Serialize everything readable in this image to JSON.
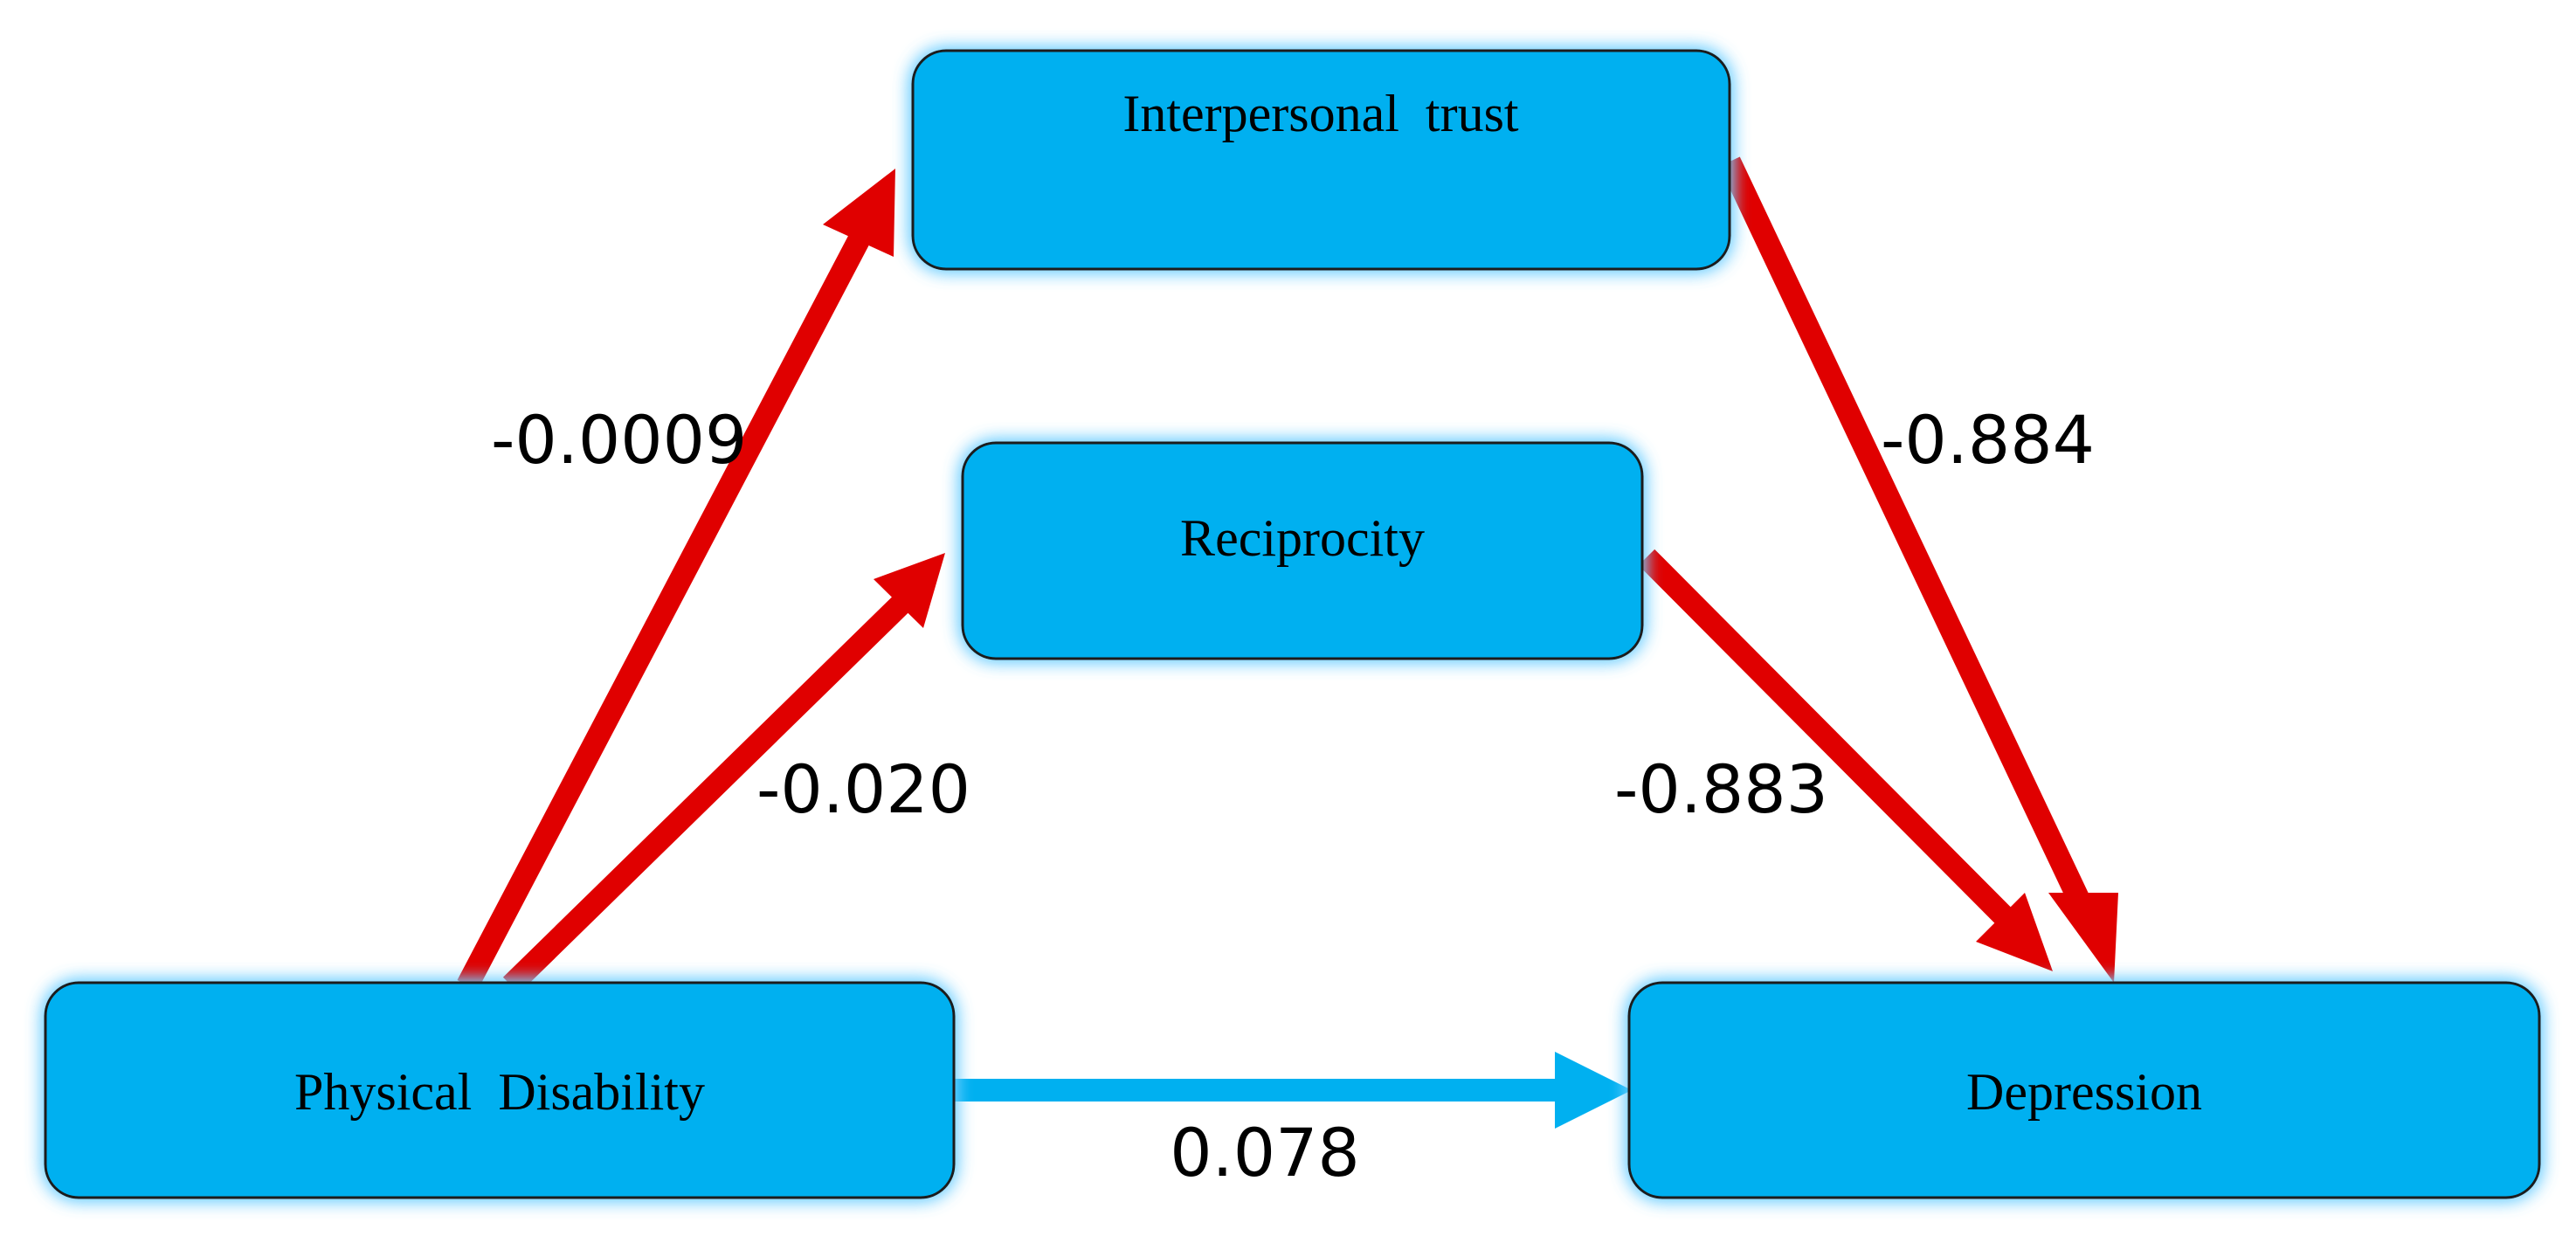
{
  "diagram": {
    "nodes": {
      "interpersonal_trust": "Interpersonal  trust",
      "reciprocity": "Reciprocity",
      "physical_disability": "Physical  Disability",
      "depression": "Depression"
    },
    "paths": {
      "disability_to_trust": "-0.0009",
      "disability_to_reciprocity": "-0.020",
      "trust_to_depression": "-0.884",
      "reciprocity_to_depression": "-0.883",
      "disability_to_depression": "0.078"
    },
    "colors": {
      "node_fill": "#00B0F0",
      "node_stroke": "#1a1a1a",
      "node_glow": "#7fd4ff",
      "indirect_path": "#E00000",
      "direct_path": "#00B0F0"
    }
  }
}
